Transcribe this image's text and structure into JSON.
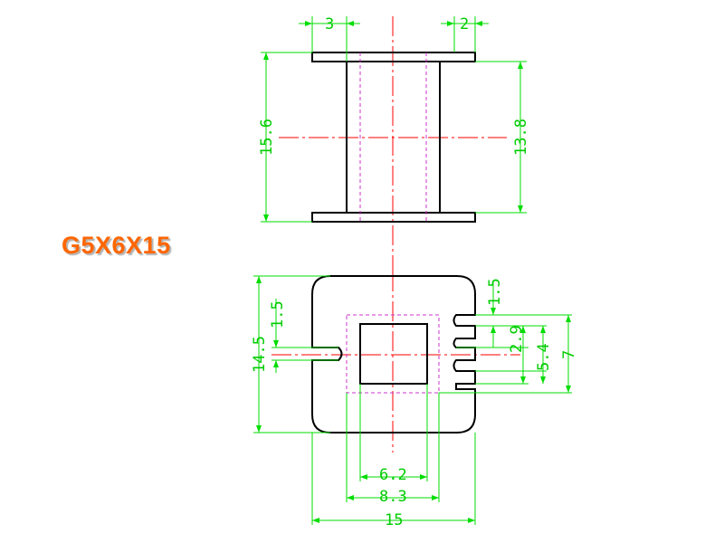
{
  "title": "G5X6X15",
  "colors": {
    "title": "#ff6600",
    "dimension": "#00cc00",
    "outline": "#000000",
    "centerline": "#ff0000",
    "hidden_line": "#cc33cc"
  },
  "top_view": {
    "dims": {
      "left_flange_inset": "3",
      "right_flange_inset": "2",
      "overall_height": "15.6",
      "inner_height": "13.8"
    }
  },
  "bottom_view": {
    "dims": {
      "left_slot_height": "1.5",
      "overall_height": "14.5",
      "right_top_slot": "1.5",
      "right_slot_height": "2.9",
      "right_slot_span": "5.4",
      "right_inner_height": "7",
      "window_width": "6.2",
      "hidden_width": "8.3",
      "overall_width": "15"
    }
  }
}
